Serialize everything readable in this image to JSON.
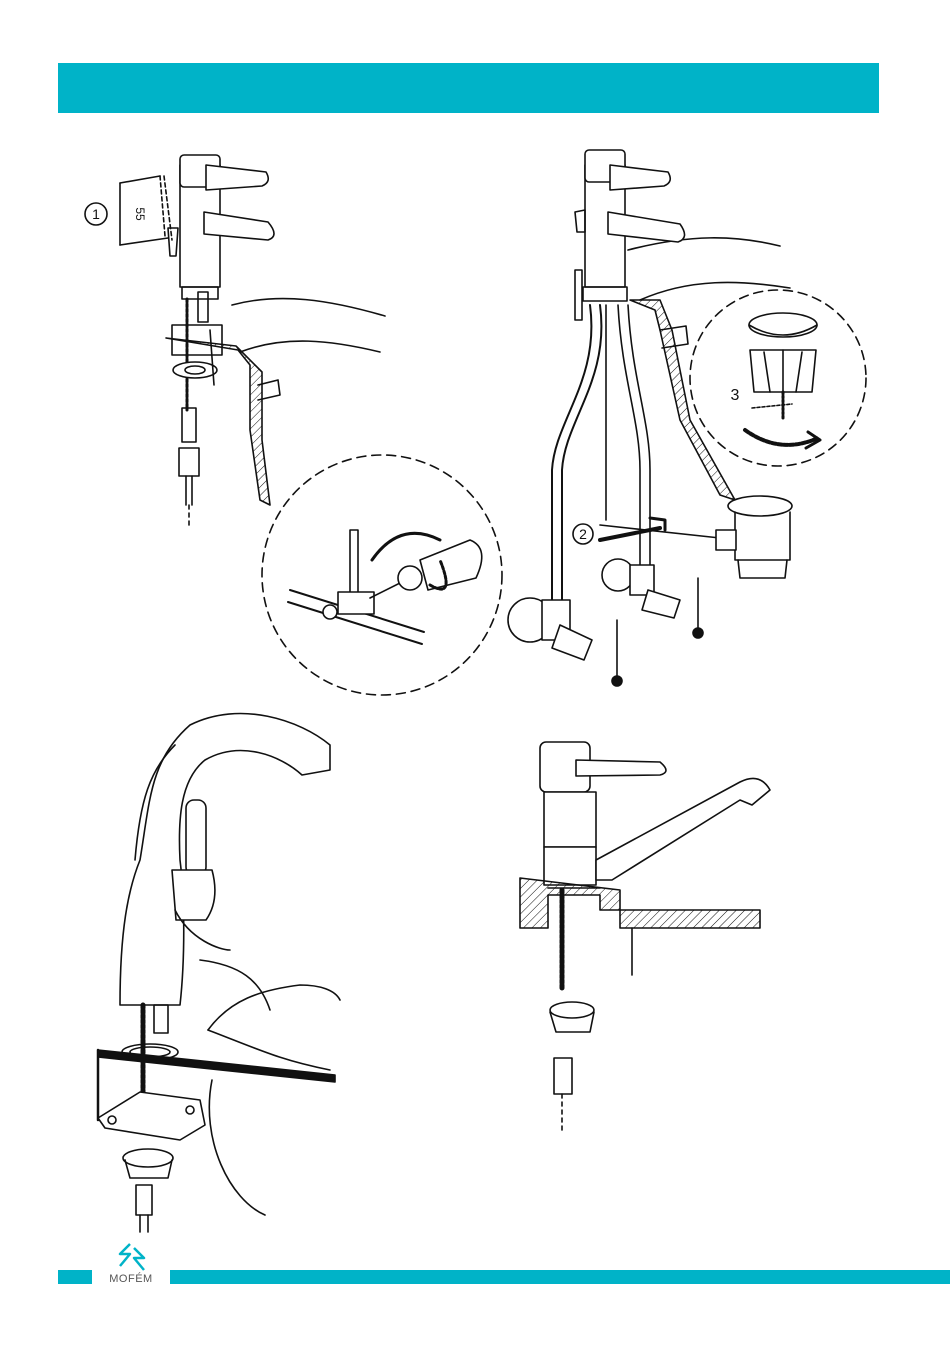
{
  "brand": {
    "logo_text": "MOFÉM",
    "accent_color": "#00b3c8"
  },
  "figures": [
    {
      "name": "basin-mixer-pullrod",
      "step_label": "1",
      "dimension": "55"
    },
    {
      "name": "pipe-connection",
      "step_label": "2"
    },
    {
      "name": "pop-up-waste",
      "step_label": "3"
    },
    {
      "name": "high-spout-mixer"
    },
    {
      "name": "kitchen-mixer"
    }
  ]
}
